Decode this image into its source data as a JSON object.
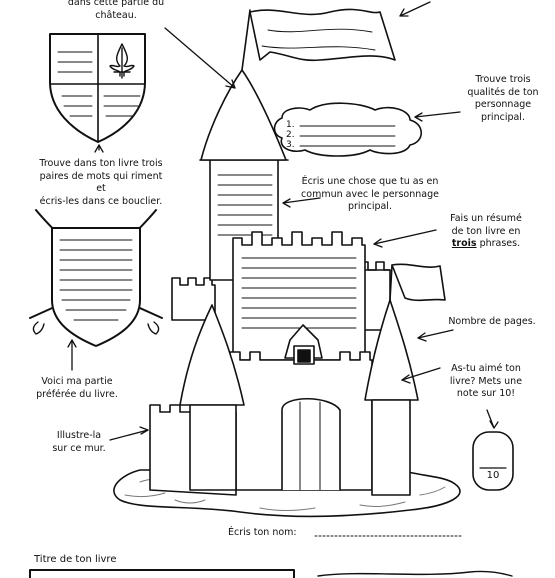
{
  "labels": {
    "top_text": [
      "dans cette partie du",
      "château."
    ],
    "rhymes": [
      "Trouve dans ton livre trois",
      "paires de mots qui riment et",
      "écris-les dans ce bouclier."
    ],
    "qualities": [
      "Trouve trois",
      "qualités de ton",
      "personnage",
      "principal."
    ],
    "common": [
      "Écris une chose que tu as en",
      "commun avec le personnage",
      "principal."
    ],
    "summary_prefix": [
      "Fais un résumé",
      "de ton livre en"
    ],
    "summary_bold": "trois",
    "summary_suffix": "phrases.",
    "pages": "Nombre de pages.",
    "rating": [
      "As-tu aimé ton",
      "livre? Mets une",
      "note sur 10!"
    ],
    "favorite": [
      "Voici ma partie",
      "préférée du livre."
    ],
    "illustrate": [
      "Illustre-la",
      "sur ce mur."
    ],
    "name": "Écris ton nom:",
    "title": "Titre de ton livre"
  },
  "list_numbers": [
    "1.",
    "2.",
    "3."
  ],
  "score_denominator": "10",
  "colors": {
    "ink": "#111111",
    "paper": "#ffffff",
    "ground_shading": "#777777"
  }
}
